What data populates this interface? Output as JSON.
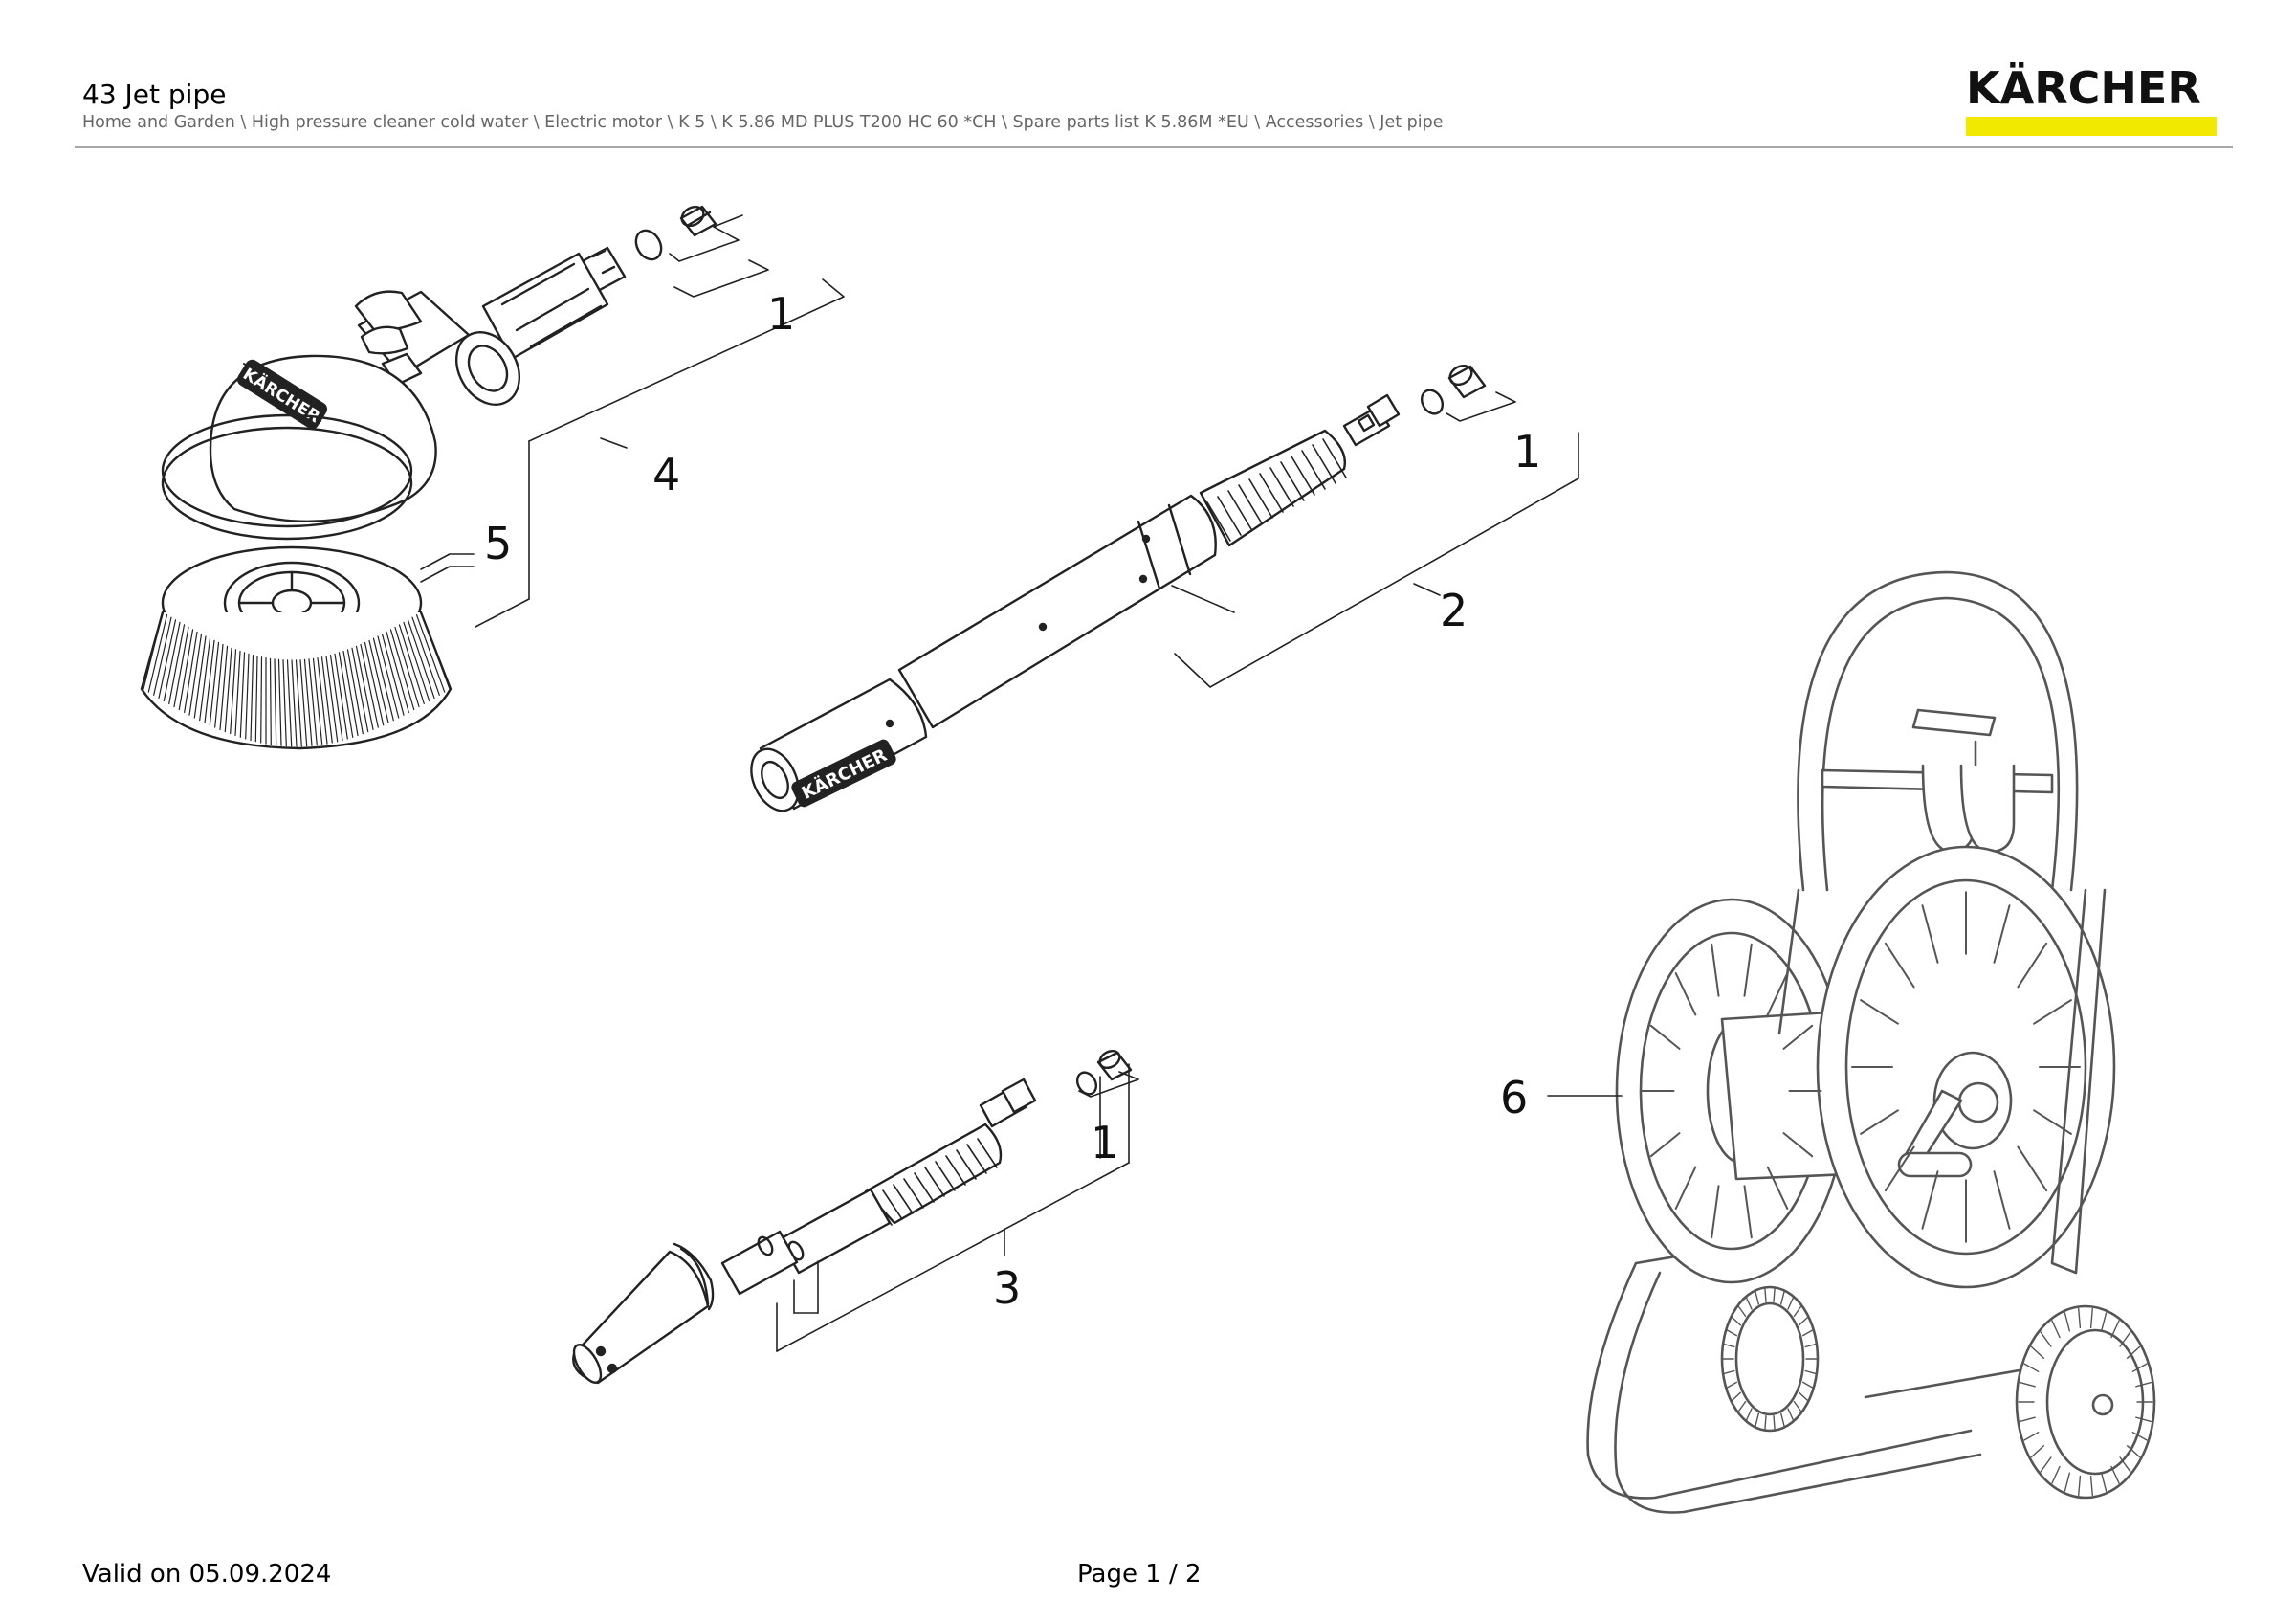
{
  "header": {
    "title": "43 Jet pipe",
    "breadcrumb": "Home and Garden \\ High pressure cleaner cold water \\ Electric motor \\ K 5 \\ K 5.86 MD PLUS T200 HC 60 *CH \\ Spare parts list K 5.86M *EU \\ Accessories \\ Jet pipe"
  },
  "logo": {
    "text": "KÄRCHER",
    "bar_color": "#f2e900",
    "text_color": "#111111"
  },
  "callouts": {
    "brush_nozzle": "1",
    "brush_assembly": "4",
    "brush_head": "5",
    "lance_nozzle": "1",
    "lance_assembly": "2",
    "dirt_blaster_nozzle": "1",
    "dirt_blaster_assembly": "3",
    "hose_reel": "6"
  },
  "parts": {
    "brush_cap_label": "KÄRCHER",
    "lance_label": "KÄRCHER"
  },
  "footer": {
    "valid": "Valid on 05.09.2024",
    "page": "Page 1 / 2"
  }
}
